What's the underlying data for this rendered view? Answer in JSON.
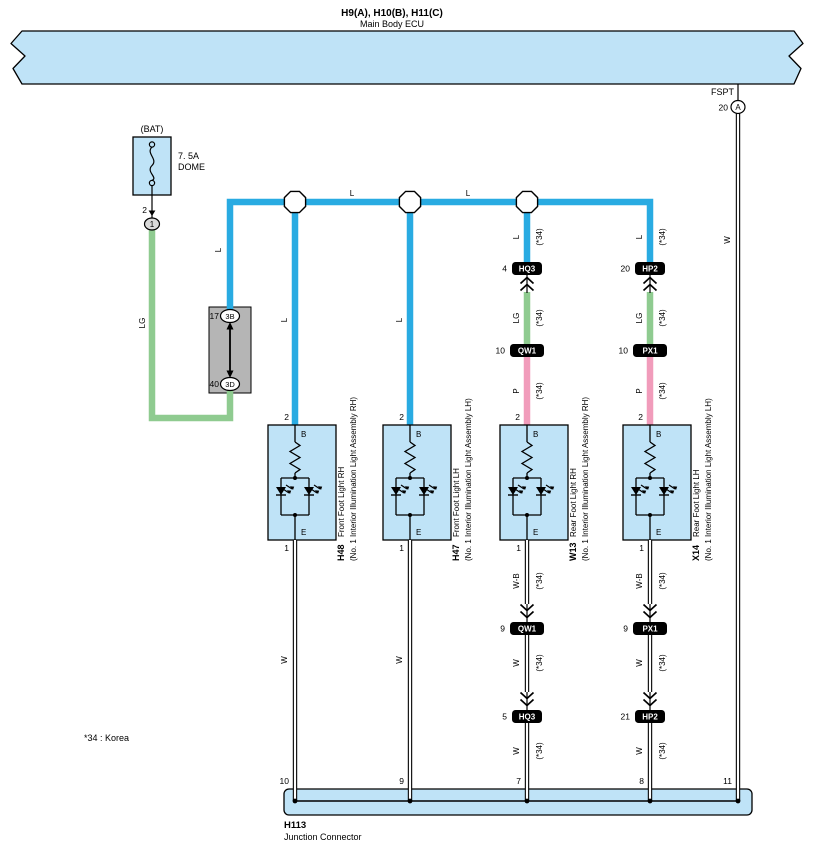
{
  "colors": {
    "panel_blue": "#bfe3f7",
    "wire_blue": "#29abe2",
    "wire_green": "#8fcb90",
    "wire_pink": "#f19cbb",
    "relay_gray": "#b5b5b5",
    "oval_gray": "#d9d9d9"
  },
  "header": {
    "title": "H9(A), H10(B), H11(C)",
    "subtitle": "Main Body ECU",
    "fspt": "FSPT",
    "pin": "20",
    "conn": "A"
  },
  "battery": {
    "label": "(BAT)",
    "fuse_rating": "7. 5A",
    "fuse_name": "DOME",
    "pin": "2",
    "conn": "1"
  },
  "relay": {
    "pin_top": "17",
    "conn_top": "3B",
    "pin_bottom": "40",
    "conn_bottom": "3D"
  },
  "labels": {
    "l": "L",
    "lg": "LG",
    "p": "P",
    "w": "W",
    "wb": "W-B",
    "k34": "(*34)",
    "b": "B",
    "e": "E"
  },
  "note": "*34 : Korea",
  "top_connectors": {
    "hq3": {
      "pin": "4",
      "id": "HQ3"
    },
    "hp2": {
      "pin": "20",
      "id": "HP2"
    },
    "qw1": {
      "pin": "10",
      "id": "QW1"
    },
    "px1": {
      "pin": "10",
      "id": "PX1"
    }
  },
  "bottom_connectors": {
    "qw1": {
      "pin": "9",
      "id": "QW1"
    },
    "px1": {
      "pin": "9",
      "id": "PX1"
    },
    "hq3": {
      "pin": "5",
      "id": "HQ3"
    },
    "hp2": {
      "pin": "21",
      "id": "HP2"
    }
  },
  "assemblies": [
    {
      "id": "H48",
      "name": "Front Foot Light RH",
      "detail": "(No. 1 Interior Illumination Light Assembly RH)",
      "pin_in": "2",
      "pin_out": "1",
      "junction_pin": "10"
    },
    {
      "id": "H47",
      "name": "Front Foot Light LH",
      "detail": "(No. 1 Interior Illumination Light Assembly LH)",
      "pin_in": "2",
      "pin_out": "1",
      "junction_pin": "9"
    },
    {
      "id": "W13",
      "name": "Rear Foot Light RH",
      "detail": "(No. 1 Interior Illumination Light Assembly RH)",
      "pin_in": "2",
      "pin_out": "1",
      "junction_pin": "7"
    },
    {
      "id": "X14",
      "name": "Rear Foot Light LH",
      "detail": "(No. 1 Interior Illumination Light Assembly LH)",
      "pin_in": "2",
      "pin_out": "1",
      "junction_pin": "8"
    }
  ],
  "junction": {
    "id": "H113",
    "name": "Junction Connector",
    "right_pin": "11"
  }
}
